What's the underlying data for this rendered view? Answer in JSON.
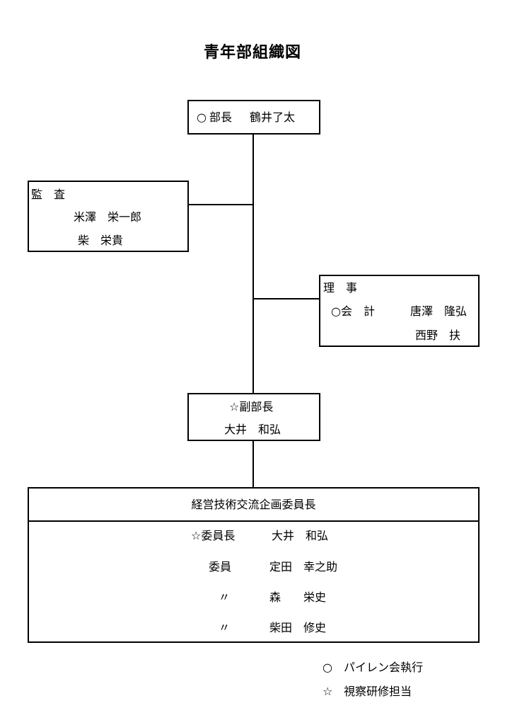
{
  "title": "青年部組織図",
  "head": {
    "marker": "○",
    "role": "部長",
    "name": "鶴井了太"
  },
  "auditors": {
    "heading": "監　査",
    "members": [
      "米澤　栄一郎",
      "柴　栄貴"
    ]
  },
  "directors": {
    "heading": "理　事",
    "accountant_label": "○会　計",
    "members": [
      "唐澤　隆弘",
      "西野　扶"
    ]
  },
  "vice_head": {
    "role": "☆副部長",
    "name": "大井　和弘"
  },
  "committee": {
    "title": "経営技術交流企画委員長",
    "rows": [
      {
        "role": "☆委員長",
        "name": "大井　和弘"
      },
      {
        "role": "委員",
        "name": "定田　幸之助"
      },
      {
        "role": "〃",
        "name": "森　　栄史"
      },
      {
        "role": "〃",
        "name": "柴田　修史"
      }
    ]
  },
  "legend": [
    {
      "symbol": "○",
      "text": "パイレン会執行"
    },
    {
      "symbol": "☆",
      "text": "視察研修担当"
    }
  ]
}
